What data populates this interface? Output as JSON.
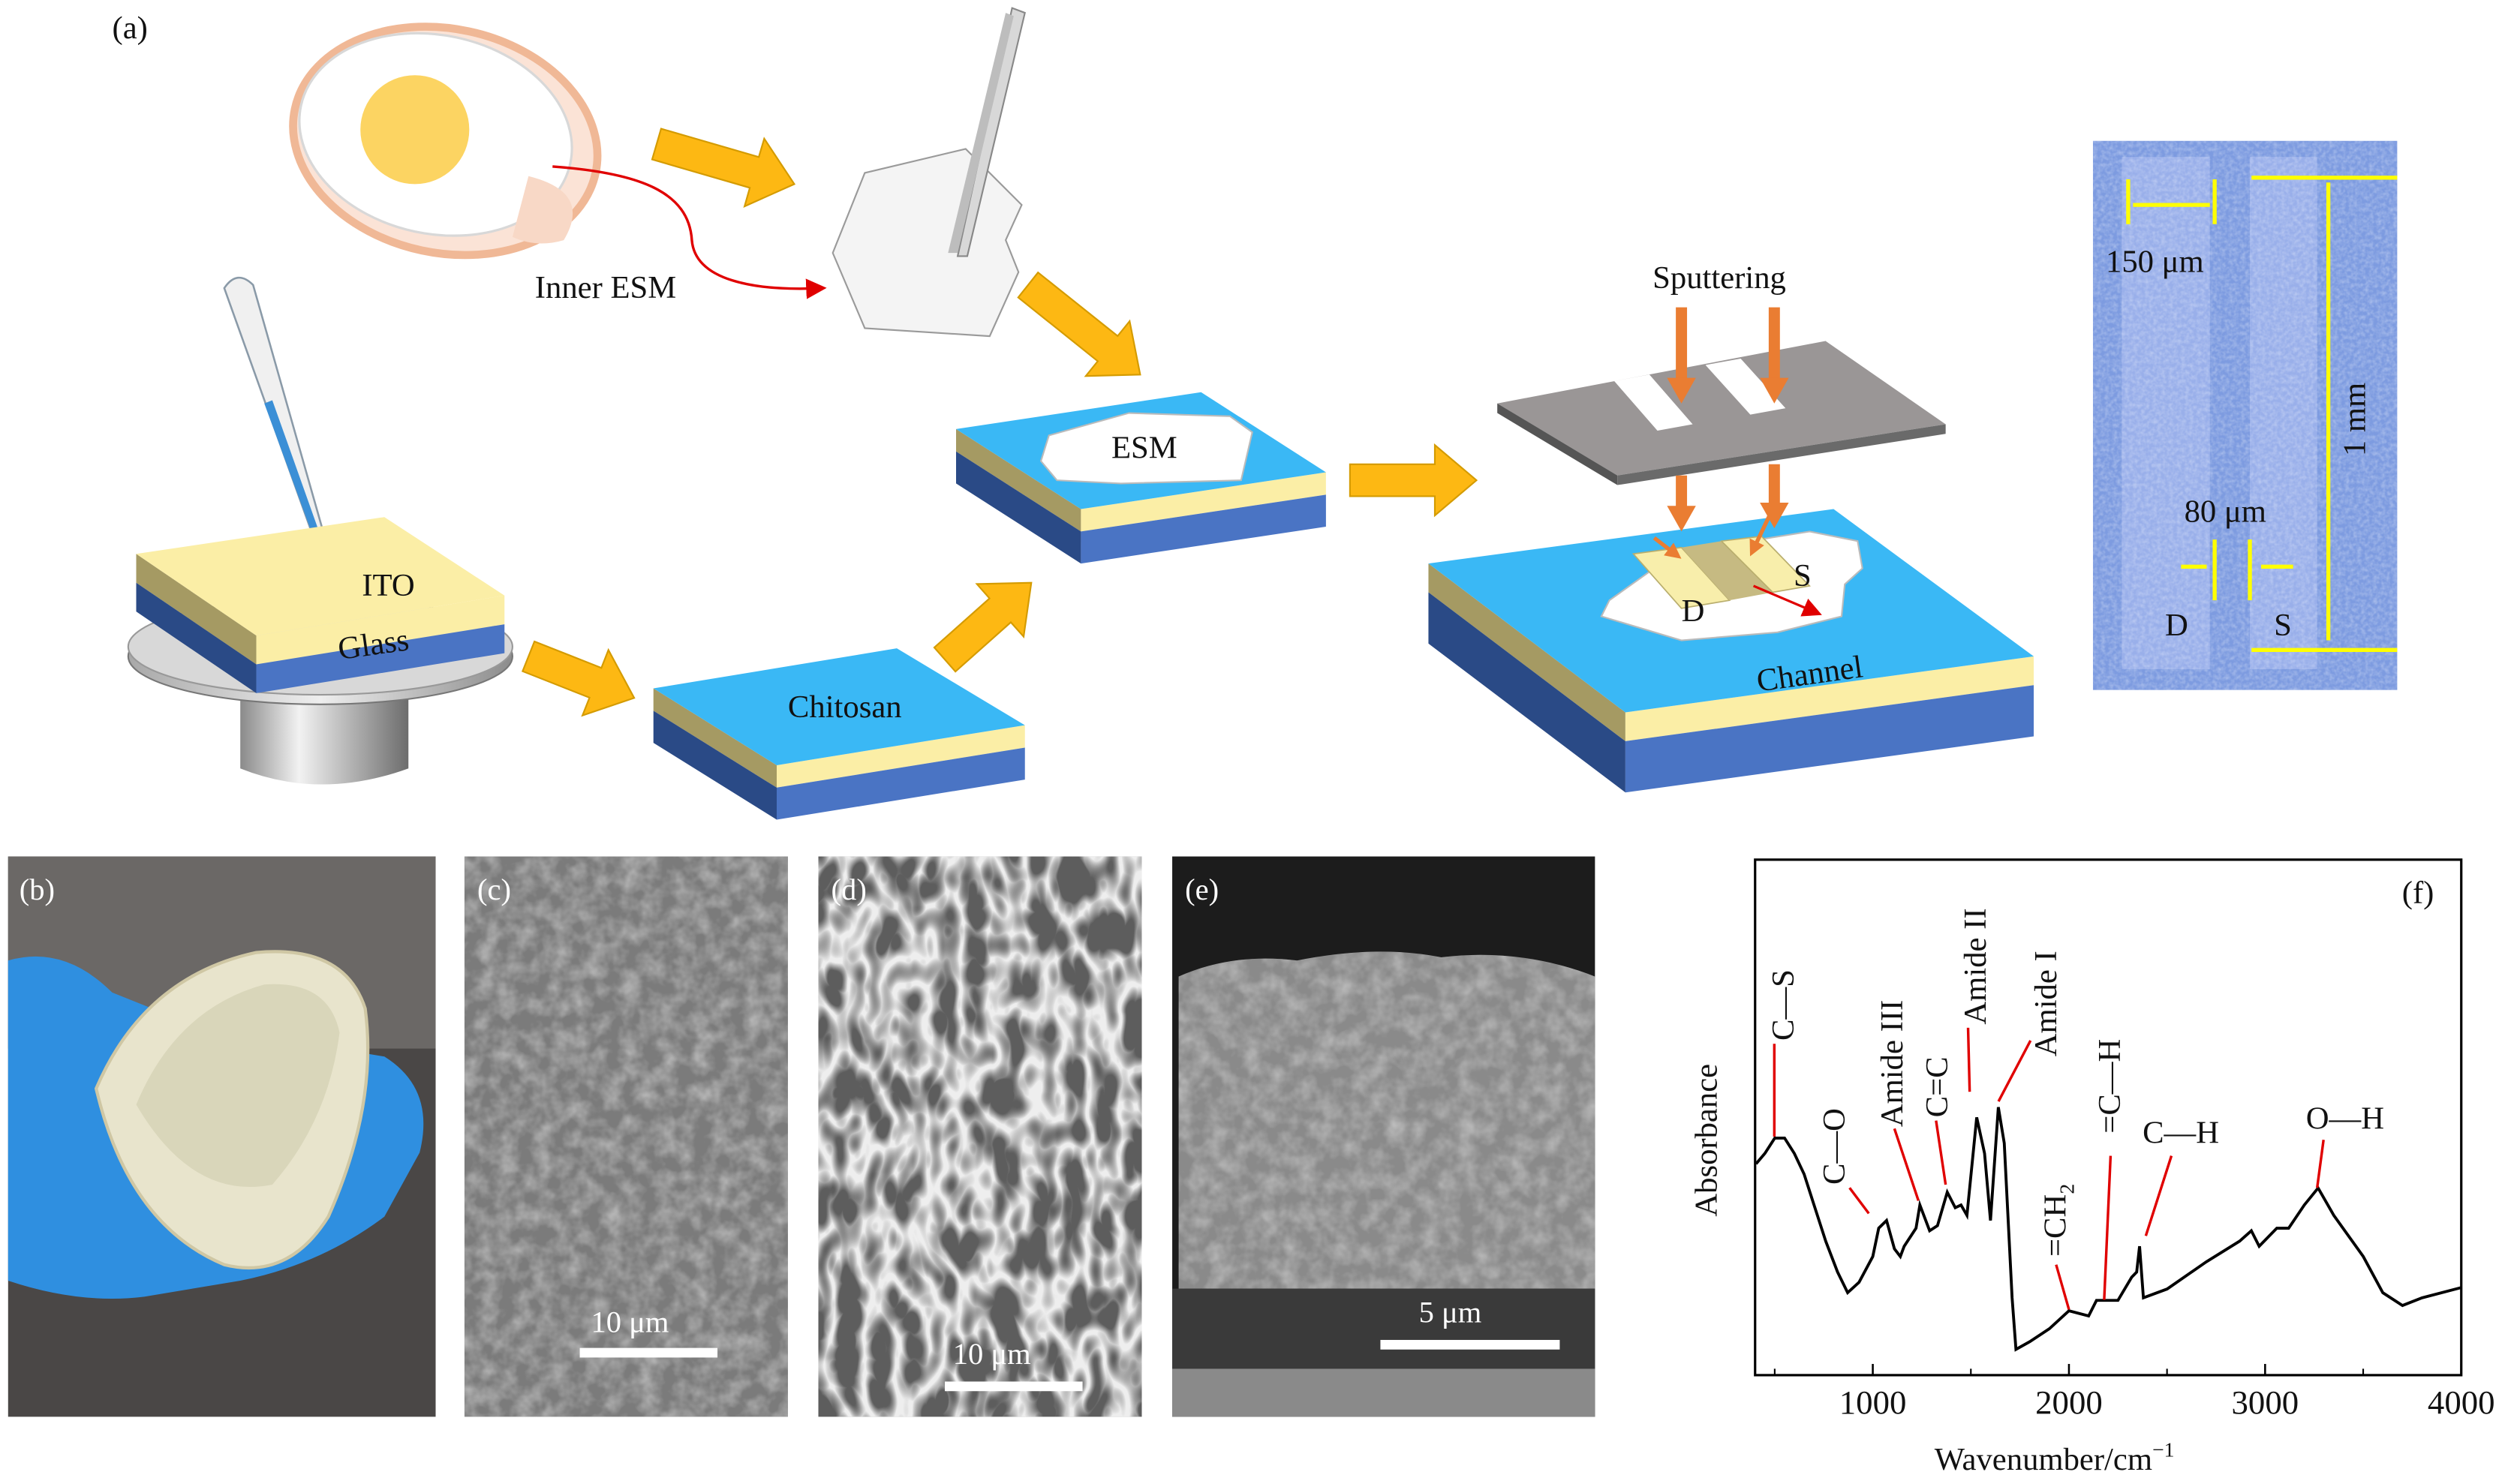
{
  "panel_labels": {
    "a": "(a)",
    "b": "(b)",
    "c": "(c)",
    "d": "(d)",
    "e": "(e)",
    "f": "(f)"
  },
  "schematic": {
    "inner_esm": "Inner ESM",
    "ito": "ITO",
    "glass": "Glass",
    "chitosan": "Chitosan",
    "esm": "ESM",
    "sputtering": "Sputtering",
    "drain": "D",
    "source": "S",
    "channel": "Channel"
  },
  "optical_image": {
    "electrode_width": "150 μm",
    "electrode_length": "1 mm",
    "channel_length": "80 μm",
    "drain": "D",
    "source": "S"
  },
  "scale_bars": {
    "c": "10 μm",
    "d": "10 μm",
    "e": "5 μm"
  },
  "colors": {
    "chitosan": "#3ab8f5",
    "ito": "#fbeea6",
    "glass": "#4a74c4",
    "arrow": "#fdb813",
    "sputter": "#ea7d32",
    "annotation": "#e00000"
  },
  "chart_data": {
    "type": "line",
    "title": "",
    "xlabel": "Wavenumber/cm",
    "xlabel_sup": "−1",
    "ylabel": "Absorbance",
    "xlim": [
      400,
      4000
    ],
    "ylim": [
      0,
      1
    ],
    "xticks": [
      1000,
      2000,
      3000,
      4000
    ],
    "xtick_labels": [
      "1000",
      "2000",
      "3000",
      "4000"
    ],
    "minor_xticks": [
      500,
      1500,
      2500,
      3500
    ],
    "grid": false,
    "series": [
      {
        "name": "ESM",
        "x": [
          405,
          450,
          500,
          550,
          600,
          650,
          700,
          760,
          820,
          872,
          930,
          1000,
          1030,
          1070,
          1110,
          1140,
          1160,
          1220,
          1240,
          1290,
          1330,
          1380,
          1420,
          1450,
          1480,
          1530,
          1570,
          1600,
          1640,
          1670,
          1710,
          1730,
          1800,
          1900,
          2000,
          2100,
          2140,
          2250,
          2320,
          2345,
          2360,
          2380,
          2500,
          2700,
          2870,
          2930,
          2970,
          3060,
          3120,
          3200,
          3270,
          3350,
          3500,
          3600,
          3700,
          3800,
          4000
        ],
        "y": [
          0.41,
          0.43,
          0.46,
          0.46,
          0.43,
          0.39,
          0.33,
          0.26,
          0.2,
          0.16,
          0.18,
          0.23,
          0.285,
          0.3,
          0.245,
          0.23,
          0.25,
          0.285,
          0.33,
          0.28,
          0.29,
          0.355,
          0.325,
          0.33,
          0.31,
          0.5,
          0.43,
          0.3,
          0.52,
          0.45,
          0.15,
          0.05,
          0.065,
          0.09,
          0.125,
          0.115,
          0.145,
          0.145,
          0.19,
          0.2,
          0.25,
          0.15,
          0.167,
          0.22,
          0.26,
          0.28,
          0.25,
          0.285,
          0.285,
          0.33,
          0.363,
          0.31,
          0.23,
          0.16,
          0.135,
          0.15,
          0.17
        ]
      }
    ],
    "annotations": [
      {
        "label": "C—S",
        "wavenumber": 500
      },
      {
        "label": "C—O",
        "wavenumber": 1030
      },
      {
        "label": "Amide III",
        "wavenumber": 1240
      },
      {
        "label": "C=C",
        "wavenumber": 1380
      },
      {
        "label": "Amide II",
        "wavenumber": 1530
      },
      {
        "label": "Amide I",
        "wavenumber": 1640
      },
      {
        "label": "=CH",
        "sub": "2",
        "wavenumber": 2000
      },
      {
        "label": "=C—H",
        "wavenumber": 2140
      },
      {
        "label": "C—H",
        "wavenumber": 2360
      },
      {
        "label": "O—H",
        "wavenumber": 3270
      }
    ]
  }
}
